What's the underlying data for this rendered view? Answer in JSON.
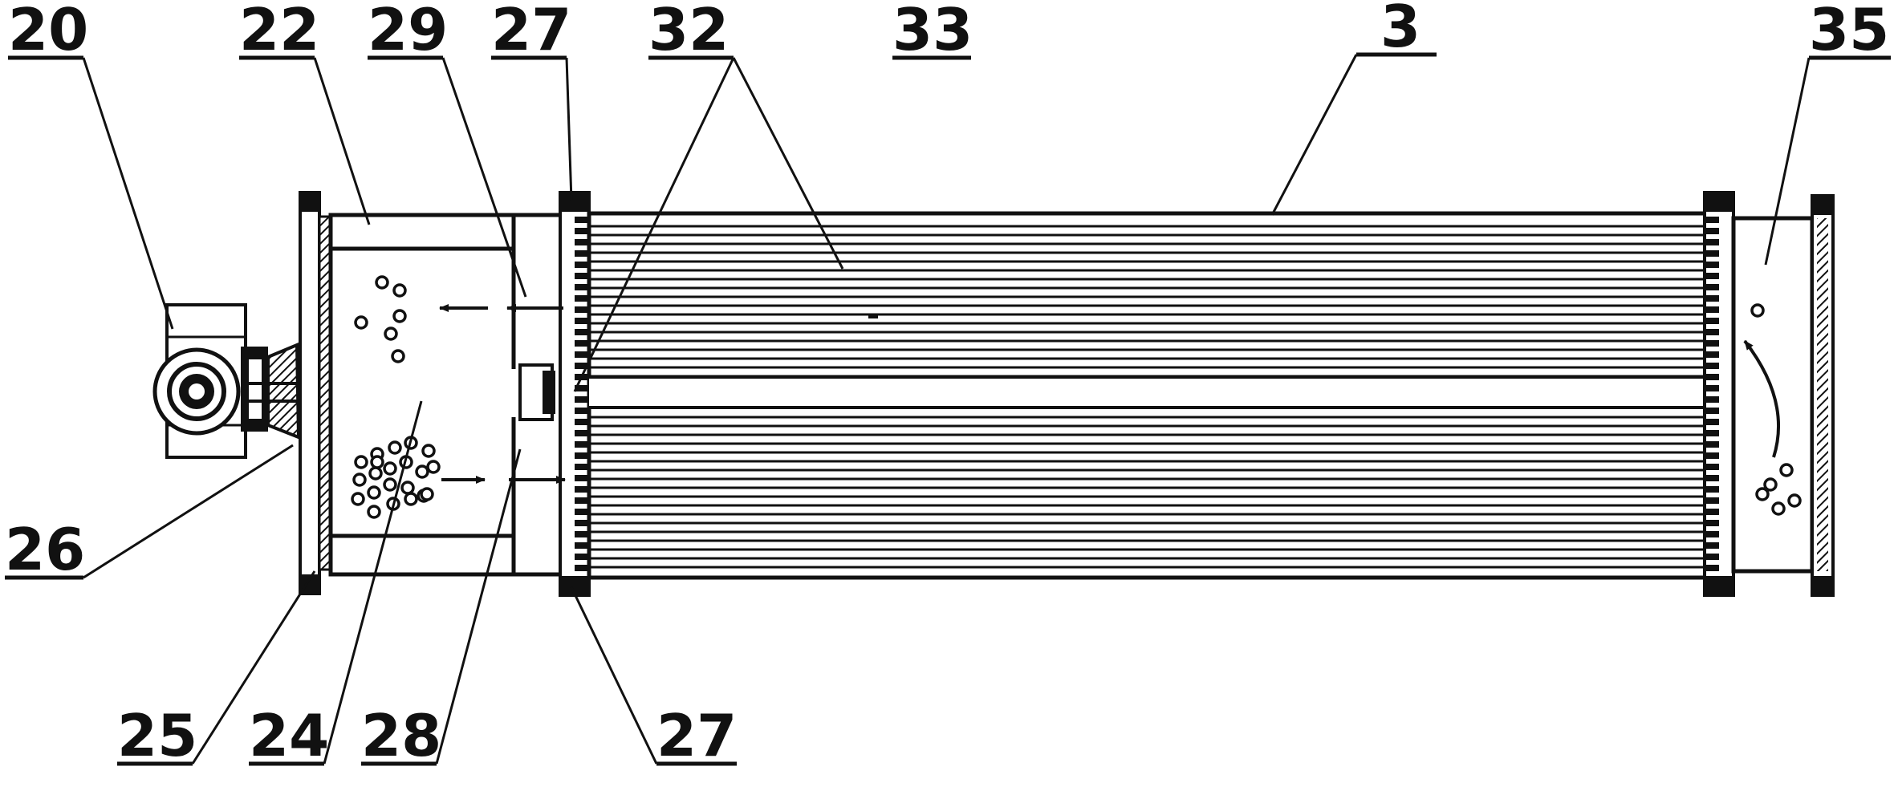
{
  "labels": {
    "l20": "20",
    "l22": "22",
    "l29": "29",
    "l27_top": "27",
    "l32": "32",
    "l33": "33",
    "l3": "3",
    "l35": "35",
    "l26": "26",
    "l25": "25",
    "l24": "24",
    "l28": "28",
    "l27_bottom": "27"
  }
}
